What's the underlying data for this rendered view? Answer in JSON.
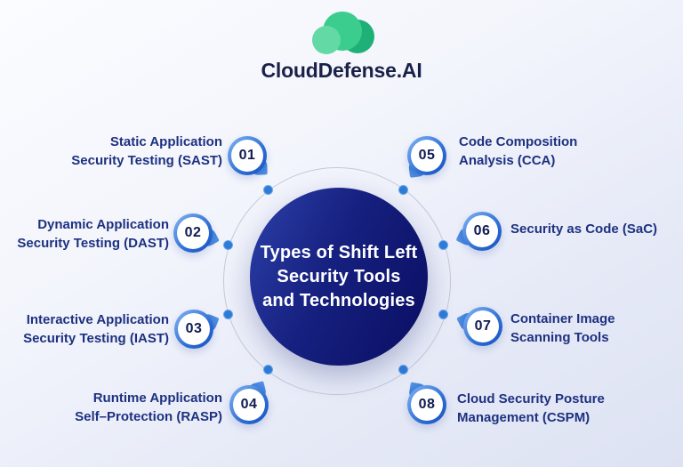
{
  "brand": {
    "name": "CloudDefense.AI"
  },
  "logo": {
    "icon": "cloud-icon",
    "colors": {
      "back": "#1fb077",
      "main": "#3bcd8d",
      "front": "#63d9a5"
    }
  },
  "center": {
    "lines": [
      "Types of Shift Left",
      "Security Tools",
      "and Technologies"
    ]
  },
  "items": [
    {
      "number": "01",
      "side": "left",
      "lines": [
        "Static Application",
        "Security Testing (SAST)"
      ]
    },
    {
      "number": "02",
      "side": "left",
      "lines": [
        "Dynamic Application",
        "Security Testing (DAST)"
      ]
    },
    {
      "number": "03",
      "side": "left",
      "lines": [
        "Interactive Application",
        "Security Testing (IAST)"
      ]
    },
    {
      "number": "04",
      "side": "left",
      "lines": [
        "Runtime Application",
        "Self–Protection (RASP)"
      ]
    },
    {
      "number": "05",
      "side": "right",
      "lines": [
        "Code Composition",
        "Analysis (CCA)"
      ]
    },
    {
      "number": "06",
      "side": "right",
      "lines": [
        "Security as Code (SaC)"
      ]
    },
    {
      "number": "07",
      "side": "right",
      "lines": [
        "Container Image",
        "Scanning Tools"
      ]
    },
    {
      "number": "08",
      "side": "right",
      "lines": [
        "Cloud Security Posture",
        "Management (CSPM)"
      ]
    }
  ],
  "colors": {
    "accent_blue": "#2e7bd9",
    "marker_border": "#2e6fd4",
    "label_navy": "#1d3180",
    "center_gradient": [
      "#2c40a9",
      "#0a0e62"
    ],
    "background_gradient": [
      "#fbfcff",
      "#dde2f3"
    ]
  }
}
